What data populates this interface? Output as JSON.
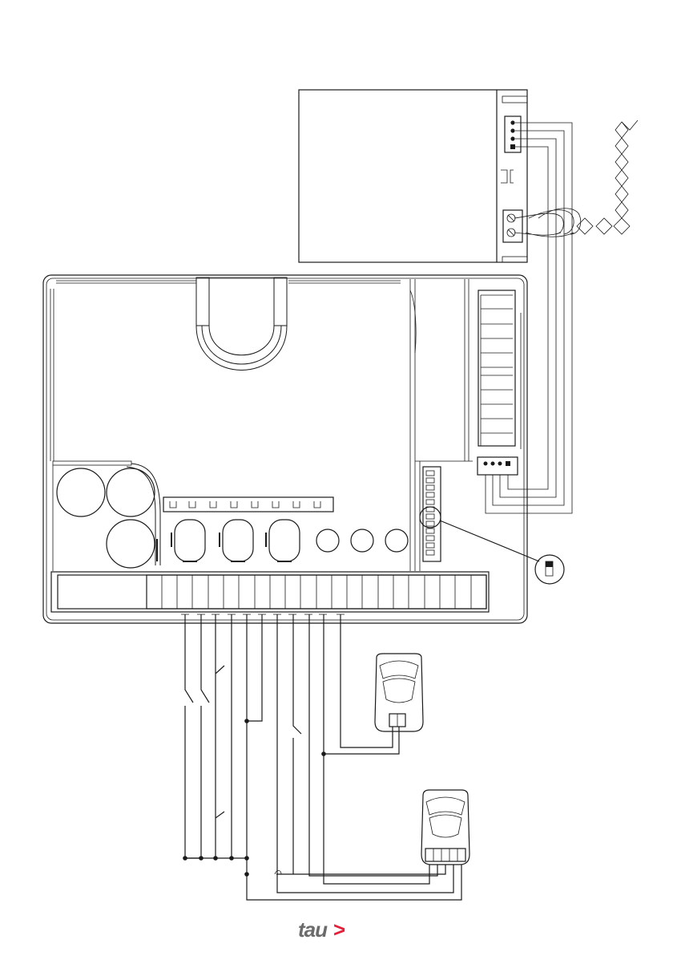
{
  "brand": {
    "logo_text": "tau",
    "logo_arrow": ">",
    "accent_color": "#e31f3a"
  },
  "diagram": {
    "line_color": "#1a1a1a",
    "background": "#ffffff",
    "control_board": {
      "terminals": 23,
      "dip_switches": 12,
      "relay_slots": 7
    },
    "receiver_module": {
      "pins": 4,
      "screw_terminals": 2
    },
    "photocell_transmitter": {
      "contacts": 2
    },
    "photocell_receiver": {
      "contacts": 5
    }
  }
}
